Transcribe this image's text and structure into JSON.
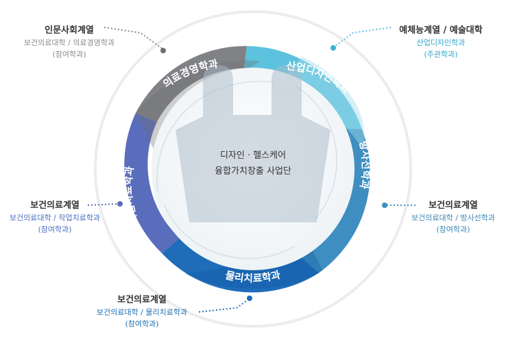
{
  "center": {
    "line1": "디자인 · 헬스케어",
    "line2": "융합가치창출 사업단"
  },
  "segments": [
    {
      "id": "medical-management",
      "label": "의료경영학과",
      "color": "#808285"
    },
    {
      "id": "industrial-design",
      "label": "산업디자인학과",
      "color": "#5cc2dd"
    },
    {
      "id": "radiology",
      "label": "방사선학과",
      "color": "#3f8ec1"
    },
    {
      "id": "physical-therapy",
      "label": "물리치료학과",
      "color": "#1f6cb8"
    },
    {
      "id": "occupational-therapy",
      "label": "작업치료학과",
      "color": "#5a6cbc"
    }
  ],
  "callouts": {
    "top_left": {
      "title": "인문사회계열",
      "line1": "보건의료대학 / 의료경영학과",
      "line2": "(참여학과)"
    },
    "top_right": {
      "title": "예체능계열 / 예술대학",
      "line1": "산업디자인학과",
      "line2": "(주관학과)"
    },
    "middle_left": {
      "title": "보건의료계열",
      "line1": "보건의료대학 / 작업치료학과",
      "line2": "(참여학과)"
    },
    "middle_right": {
      "title": "보건의료계열",
      "line1": "보건의료대학 / 방사선학과",
      "line2": "(참여학과)"
    },
    "bottom": {
      "title": "보건의료계열",
      "line1": "보건의료대학 / 물리치료학과",
      "line2": "(참여학과)"
    }
  }
}
